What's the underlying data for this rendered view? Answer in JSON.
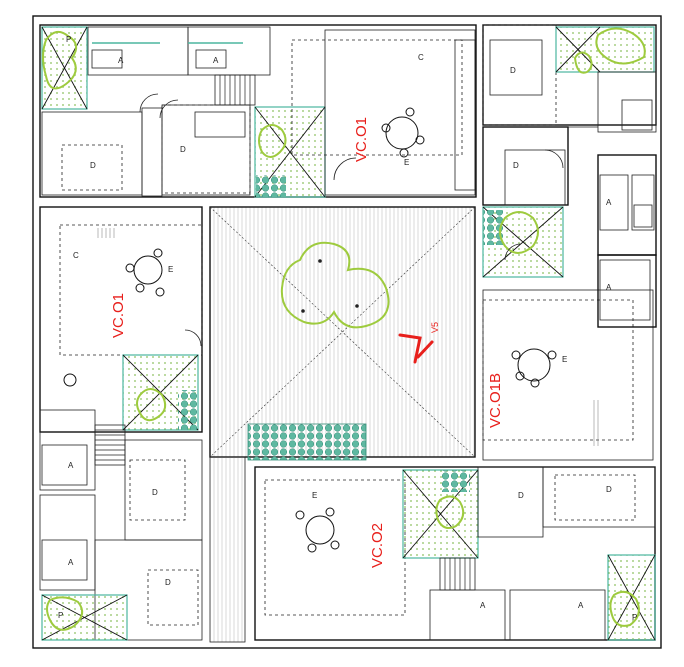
{
  "units": {
    "vc01_top": "VC.O1",
    "vc01_left": "VC.O1",
    "vc01b": "VC.O1B",
    "vc02": "VC.O2"
  },
  "viewpoint": "V5",
  "room_codes": {
    "bedroom": "D",
    "bath": "A",
    "kitchen": "C",
    "dining": "E",
    "patio": "P"
  },
  "colors": {
    "label": "#e8201c",
    "accent_teal": "#4bb69f",
    "tree_green": "#9ecb3e",
    "wall": "#111111"
  }
}
